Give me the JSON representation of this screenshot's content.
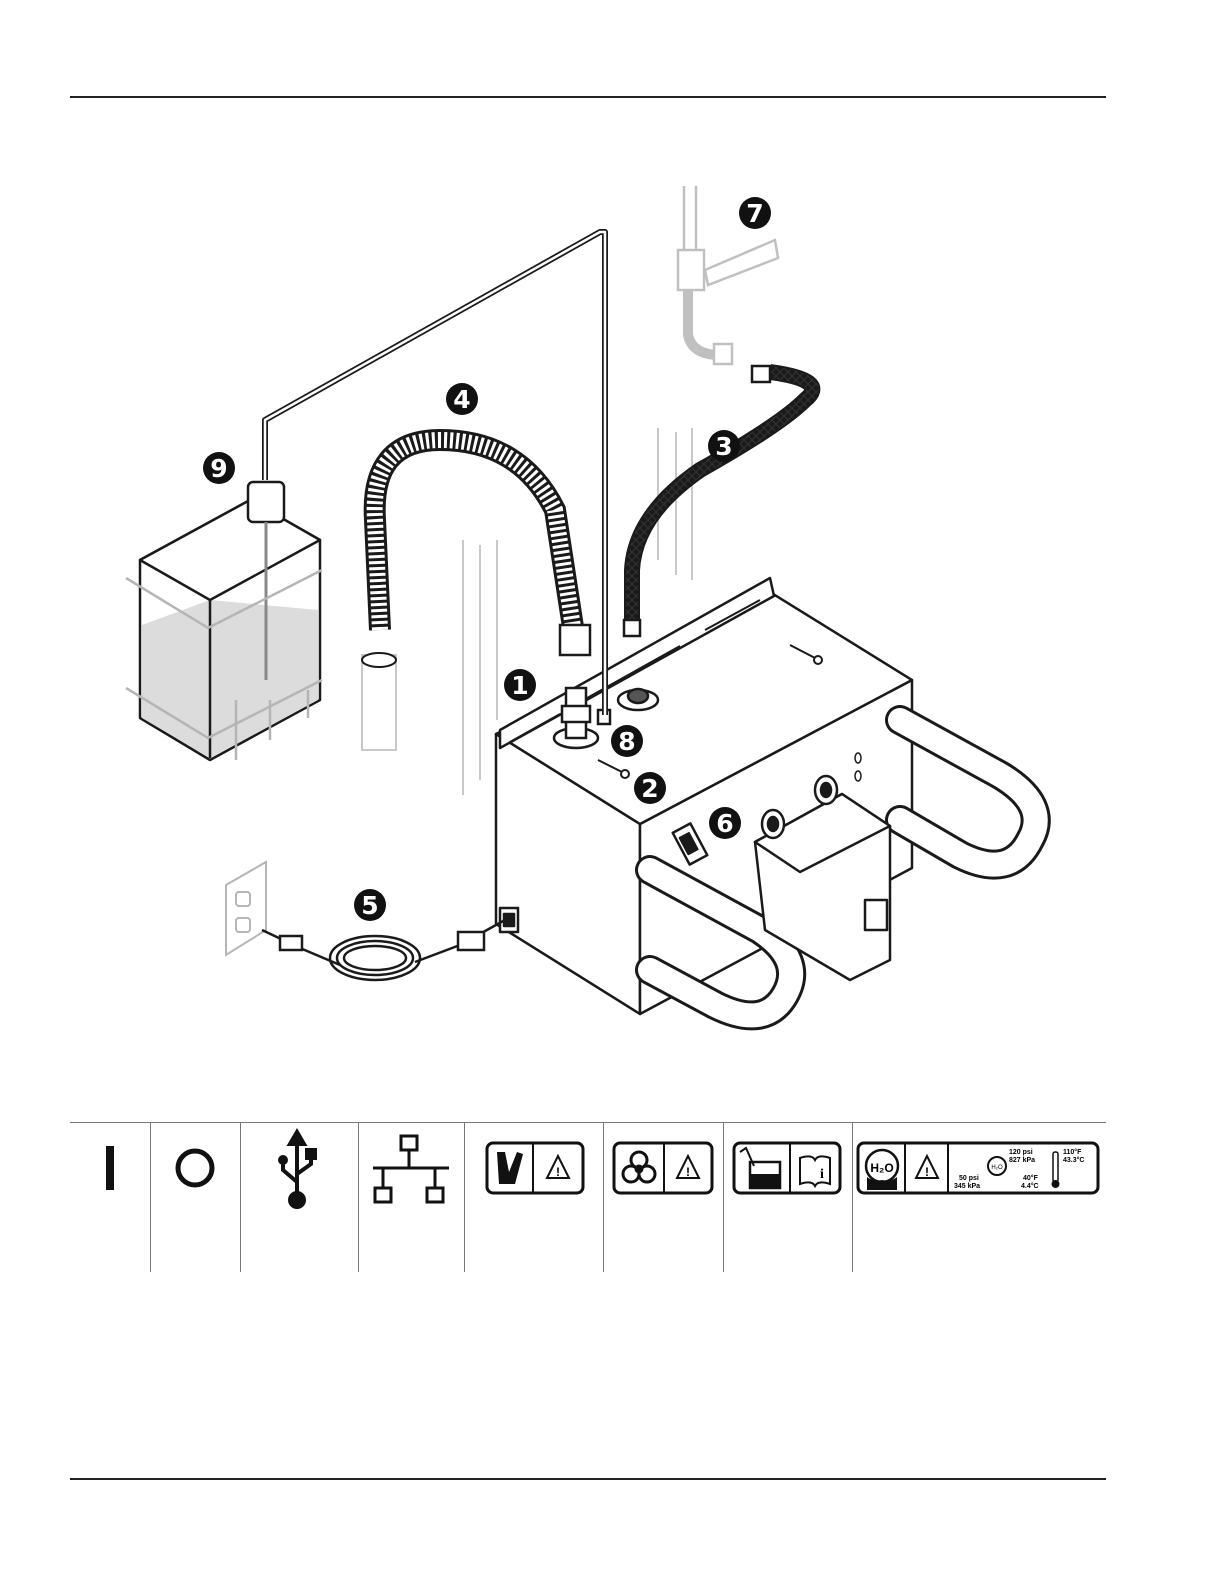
{
  "callouts": [
    {
      "label": "1"
    },
    {
      "label": "2"
    },
    {
      "label": "3"
    },
    {
      "label": "4"
    },
    {
      "label": "5"
    },
    {
      "label": "6"
    },
    {
      "label": "7"
    },
    {
      "label": "8"
    },
    {
      "label": "9"
    }
  ],
  "symbols": {
    "water_label_left": "H₂O",
    "water_label_gauge": "H₂O",
    "pressure_max_psi": "120 psi",
    "pressure_max_kpa": "827 kPa",
    "pressure_min_psi": "50 psi",
    "pressure_min_kpa": "345 kPa",
    "temp_max_f": "110°F",
    "temp_max_c": "43.3°C",
    "temp_min_f": "40°F",
    "temp_min_c": "4.4°C"
  },
  "colors": {
    "line": "#1a1a1a",
    "ghost": "#c8c8c8",
    "fill_gray": "#dcdcdc",
    "callout_fill": "#111111"
  },
  "icons": [
    "power-on-icon",
    "power-off-icon",
    "usb-icon",
    "network-icon",
    "pinch-hazard-warning-icon",
    "biohazard-warning-icon",
    "chemical-read-manual-icon",
    "water-supply-requirements-icon"
  ]
}
